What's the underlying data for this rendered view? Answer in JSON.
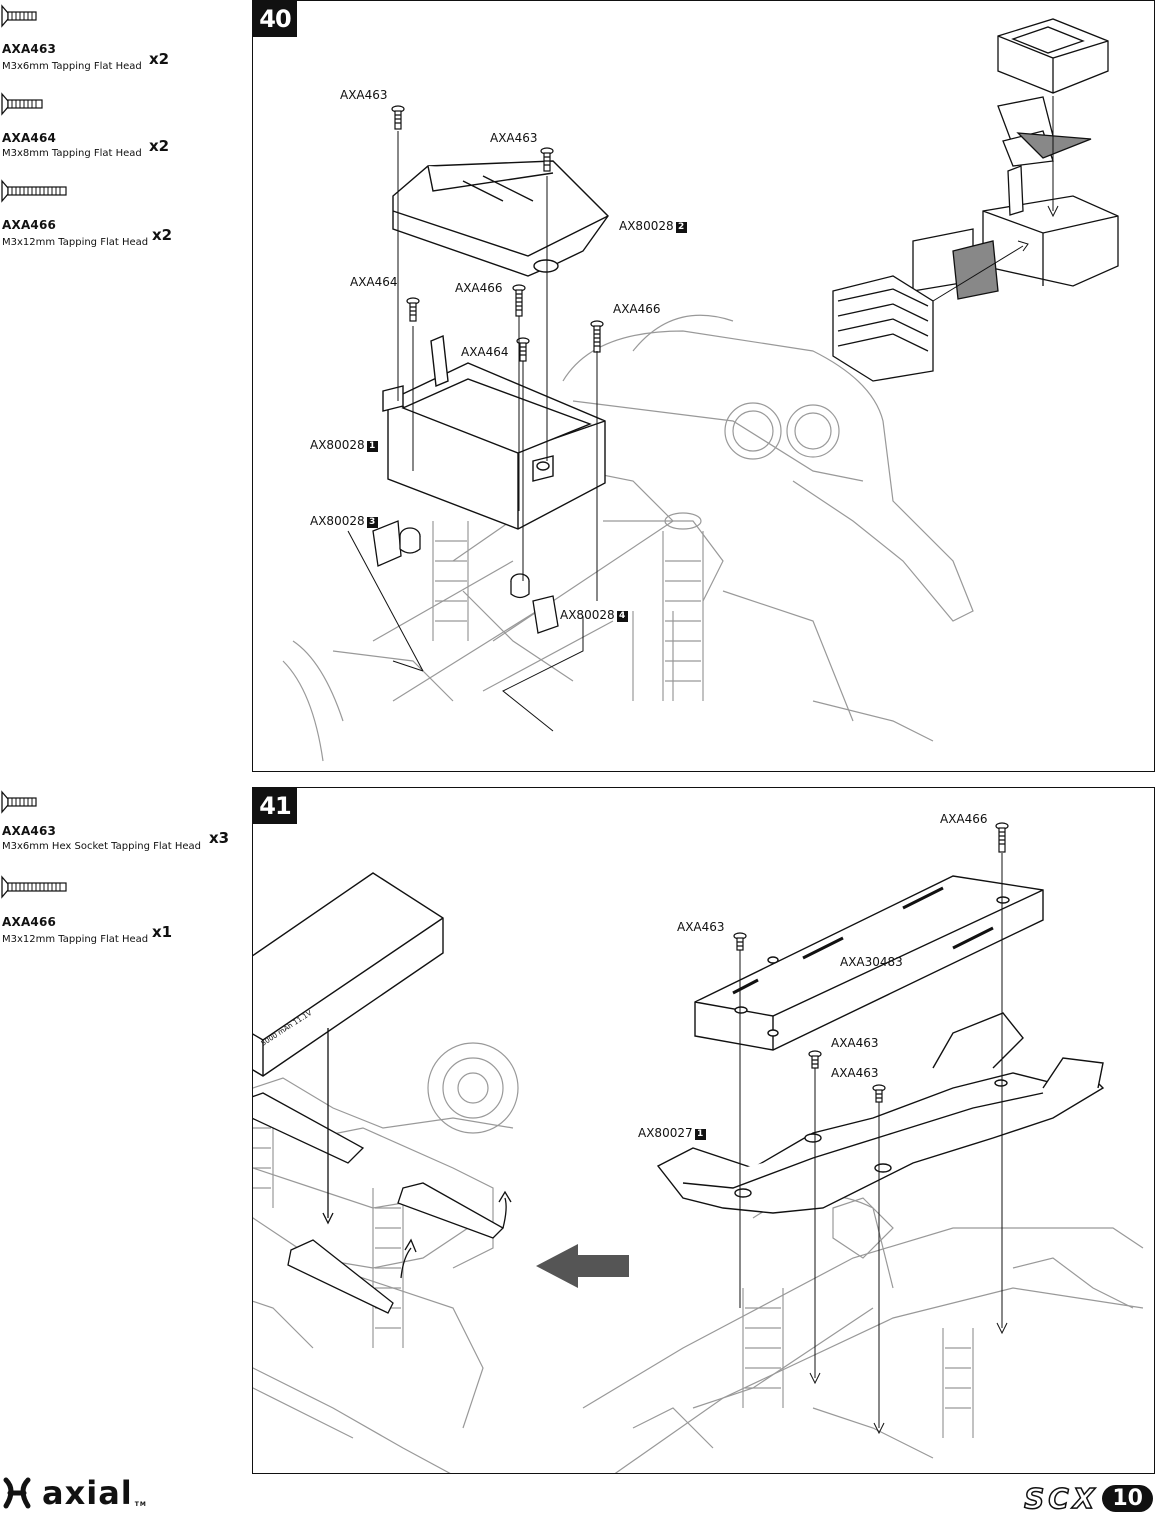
{
  "step40": {
    "number": "40",
    "hardware": [
      {
        "code": "AXA463",
        "desc": "M3x6mm Tapping Flat Head",
        "qty": "x2",
        "icon": "short-screw-icon"
      },
      {
        "code": "AXA464",
        "desc": "M3x8mm Tapping Flat Head",
        "qty": "x2",
        "icon": "medium-screw-icon"
      },
      {
        "code": "AXA466",
        "desc": "M3x12mm Tapping Flat Head",
        "qty": "x2",
        "icon": "long-screw-icon"
      }
    ],
    "callouts": {
      "c1": "AXA463",
      "c2": "AXA463",
      "c3": "AX80028",
      "c3_num": "2",
      "c4": "AXA464",
      "c5": "AXA466",
      "c6": "AXA466",
      "c7": "AXA464",
      "c8": "AX80028",
      "c8_num": "1",
      "c9": "AX80028",
      "c9_num": "3",
      "c10": "AX80028",
      "c10_num": "4"
    }
  },
  "step41": {
    "number": "41",
    "hardware": [
      {
        "code": "AXA463",
        "desc": "M3x6mm Hex Socket Tapping Flat Head",
        "qty": "x3",
        "icon": "short-screw-icon"
      },
      {
        "code": "AXA466",
        "desc": "M3x12mm Tapping Flat Head",
        "qty": "x1",
        "icon": "long-screw-icon"
      }
    ],
    "callouts": {
      "c1": "AXA466",
      "c2": "AXA463",
      "c3": "AXA30483",
      "c4": "AXA463",
      "c5": "AXA463",
      "c6": "AX80027",
      "c6_num": "1"
    },
    "battery_label": "5000 mAh 11.1V"
  },
  "footer": {
    "brand_left": "axial",
    "trademark": "TM",
    "brand_right": "SCX",
    "brand_right_num": "10"
  }
}
